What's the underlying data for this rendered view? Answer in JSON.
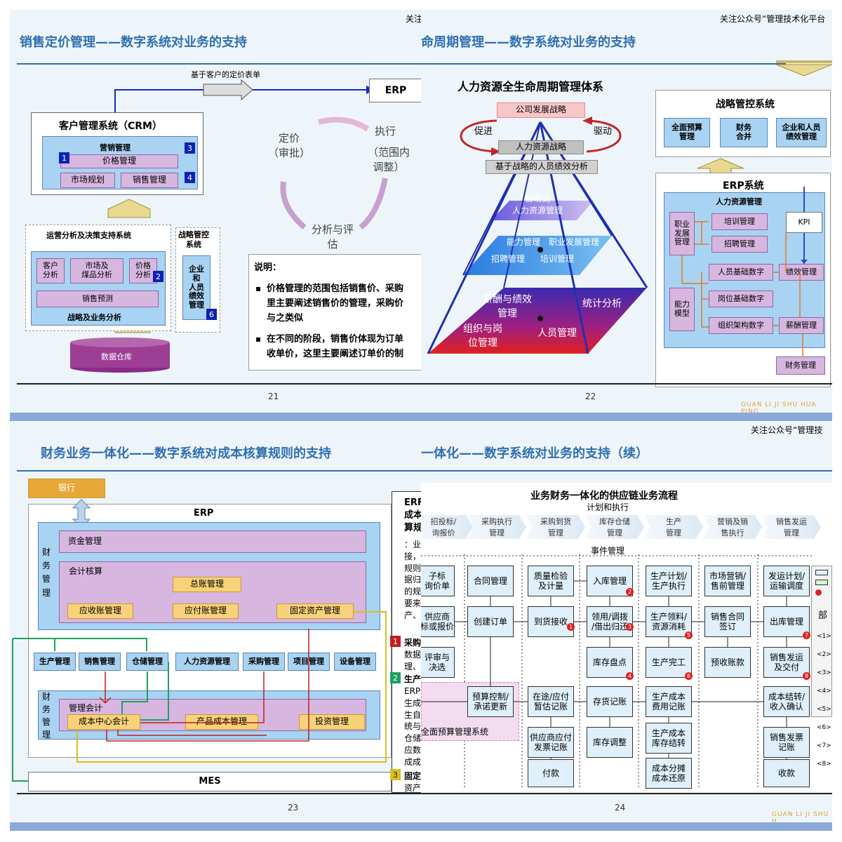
{
  "slide21": {
    "header": "关注",
    "title": "销售定价管理——数字系统对业务的支持",
    "top_arrow_label": "基于客户的定价表单",
    "erp": "ERP",
    "crm_title": "客户管理系统（CRM）",
    "marketing": "营销管理",
    "price_mgmt": "价格管理",
    "market_plan": "市场规划",
    "sales_mgmt": "销售管理",
    "ops_title": "运营分析及决策支持系统",
    "customer_analysis": "客户\n分析",
    "market_coal": "市场及\n煤品分析",
    "price_analysis": "价格\n分析",
    "sales_forecast": "销售预测",
    "strategy_biz": "战略及业务分析",
    "strategic_title": "战略管控\n系统",
    "enterprise_perf": "企业\n和\n人员\n绩效\n管理",
    "data_warehouse": "数据仓库",
    "cycle_pricing": "定价\n（审批）",
    "cycle_exec": "执行",
    "cycle_exec_sub": "（范围内\n调整）",
    "cycle_analysis": "分析与评\n估",
    "note_title": "说明：",
    "note1": "价格管理的范围包括销售价、采购\n里主要阐述销售价的管理，采购价\n与之类似",
    "note2": "在不同的阶段，销售价体现为订单\n收单价，这里主要阐述订单价的制",
    "badges": [
      "1",
      "2",
      "3",
      "4",
      "6"
    ],
    "page": "21"
  },
  "slide22": {
    "header": "关注公众号“管理技术化平台",
    "title": "命周期管理——数字系统对业务的支持",
    "pyramid_title": "人力资源全生命周期管理体系",
    "company_strategy": "公司发展战略",
    "promote": "促进",
    "drive": "驱动",
    "hr_strategy": "人力资源战略",
    "perf_analysis": "基于战略的人员绩效分析",
    "self_service": "自助式\n人力资源管理",
    "ability": "能力管理",
    "career": "职业发展管理",
    "recruit": "招聘管理",
    "training": "培训管理",
    "salary": "薪酬与绩效\n管理",
    "stats": "统计分析",
    "org": "组织与岗\n位管理",
    "personnel": "人员管理",
    "strategic_system": "战略管控系统",
    "budget": "全面预算\n管理",
    "fin_merge": "财务\n合并",
    "corp_perf": "企业和人员\n绩效管理",
    "erp_system": "ERP系统",
    "hr_mgmt": "人力资源管理",
    "career_dev": "职业\n发展\n管理",
    "train_mgmt": "培训管理",
    "recruit_mgmt": "招聘管理",
    "kpi": "KPI",
    "staff_basic": "人员基础数字",
    "perf_mgmt": "绩效管理",
    "post_basic": "岗位基础数字",
    "ability_model": "能力\n模型",
    "org_data": "组织架构数字",
    "pay_mgmt": "薪酬管理",
    "finance_mgmt": "财务管理",
    "page": "22",
    "brand": "GUAN LI JI SHU HUA PING"
  },
  "slide23": {
    "title": "财务业务一体化——数字系统对成本核算规则的支持",
    "bank": "银行",
    "erp": "ERP",
    "finance_mgmt": "财\n务\n管\n理",
    "fund_mgmt": "资金管理",
    "accounting": "会计核算",
    "ledger": "总账管理",
    "ar": "应收账管理",
    "ap": "应付账管理",
    "fixed_assets": "固定资产管理",
    "modules": [
      "生产管理",
      "销售管理",
      "仓储管理",
      "人力资源管理",
      "采购管理",
      "项目管理",
      "设备管理"
    ],
    "mgmt_acct": "管理会计",
    "cost_center": "成本中心会计",
    "product_cost": "产品成本管理",
    "investment": "投资管理",
    "mes": "MES",
    "side_title": "ERF\n成本\n算规",
    "side_text": "：业\n接，\n规则\n据归\n的规\n要来\n产、",
    "side_item1": "采购",
    "side_item1_text": "数据\n理、",
    "side_item2": "生产",
    "side_item2_text": "ERP\n生成\n生自\n统与\n仓储\n应数\n成成",
    "side_item3": "固定",
    "side_item3_text": "资产",
    "side_nums": [
      "1",
      "2",
      "3"
    ],
    "page": "23"
  },
  "slide24": {
    "header": "关注公众号“管理技",
    "title": "一体化——数字系统对业务的支持（续）",
    "flow_title": "业务财务一体化的供应链业务流程",
    "plan_exec": "计划和执行",
    "event_mgmt": "事件管理",
    "stages": [
      "招投标/\n询报价",
      "采购执行\n管理",
      "采购到货\n管理",
      "库存仓储\n管理",
      "生产\n管理",
      "营销及销\n售执行",
      "销售发运\n管理"
    ],
    "col1": [
      "子标\n询价单",
      "供应商\n标或报价",
      "评审与\n决选"
    ],
    "contract": "合同管理",
    "create_order": "创建订单",
    "budget_ctrl": "预算控制/\n承诺更新",
    "budget_sys": "全面预算管理系统",
    "quality": "质量检验\n及计量",
    "arrival": "到货接收",
    "transit": "在途/应付\n暂估记账",
    "supplier_inv": "供应商应付\n发票记账",
    "payment": "付款",
    "stock_in": "入库管理",
    "transfer": "领用/调拨\n/借出归还",
    "inventory": "库存盘点",
    "stock_acct": "存货记账",
    "stock_adj": "库存调整",
    "prod_plan": "生产计划/\n生产执行",
    "prod_material": "生产领料/\n资源消耗",
    "prod_done": "生产完工",
    "prod_cost": "生产成本\n费用记账",
    "prod_cost2": "生产成本\n库存结转",
    "cost_alloc": "成本分摊\n成本还原",
    "market": "市场营销/\n售前管理",
    "sales_contract": "销售合同\n签订",
    "prepay": "预收账款",
    "ship_plan": "发运计划/\n运输调度",
    "stock_out": "出库管理",
    "sales_ship": "销售发运\n及交付",
    "cost_settle": "成本结转/\n收入确认",
    "sales_inv": "销售发票\n记账",
    "receipt": "收款",
    "legend_part": "部",
    "legend_items": [
      "<1>",
      "<2>",
      "<3>",
      "<4>",
      "<5>",
      "<6>",
      "<7>",
      "<8>"
    ],
    "circle_nums": [
      "1",
      "2",
      "3",
      "4",
      "5",
      "6",
      "7",
      "8"
    ],
    "page": "24",
    "brand": "GUAN LI JI SHU H"
  },
  "colors": {
    "title_blue": "#2f6fb0",
    "box_blue": "#a9d3f2",
    "box_purple": "#d7b7e0",
    "box_orange": "#f7d27a",
    "badge_blue": "#0b22b4",
    "band_blue": "#8aa8d8"
  }
}
